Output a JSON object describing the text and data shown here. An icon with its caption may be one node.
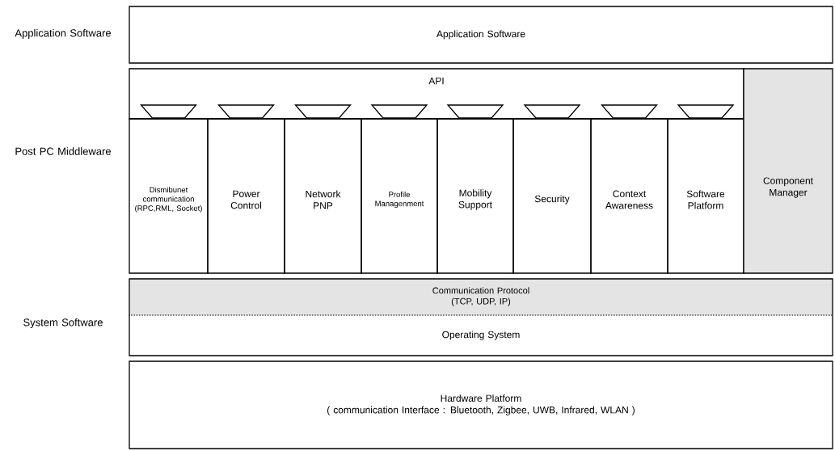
{
  "diagram": {
    "nodes": [
      {
        "text": [
          "Application Software"
        ]
      },
      {
        "text": [
          "API"
        ]
      },
      {
        "text": [
          "Dismibunet communication (RPC,RML, Socket)"
        ]
      },
      {
        "text": [
          "Power Control"
        ]
      },
      {
        "text": [
          "Network PNP"
        ]
      },
      {
        "text": [
          "Profile Managenment"
        ]
      },
      {
        "text": [
          "Mobility Support"
        ]
      },
      {
        "text": [
          "Security"
        ]
      },
      {
        "text": [
          "Context Awareness"
        ]
      },
      {
        "text": [
          "Software Platform"
        ]
      },
      {
        "text": [
          "Component Manager"
        ]
      },
      {
        "text": [
          "Communication Protocol",
          "(TCP, UDP, IP)"
        ]
      },
      {
        "text": [
          "Operating System"
        ]
      },
      {
        "text": [
          "Hardware Platform",
          "( communication Interface : Bluetooth, Zigbee, UWB, Infrared, WLAN )"
        ]
      }
    ],
    "labels": [
      "Application Software",
      "Post PC Middleware",
      "System Software"
    ]
  }
}
